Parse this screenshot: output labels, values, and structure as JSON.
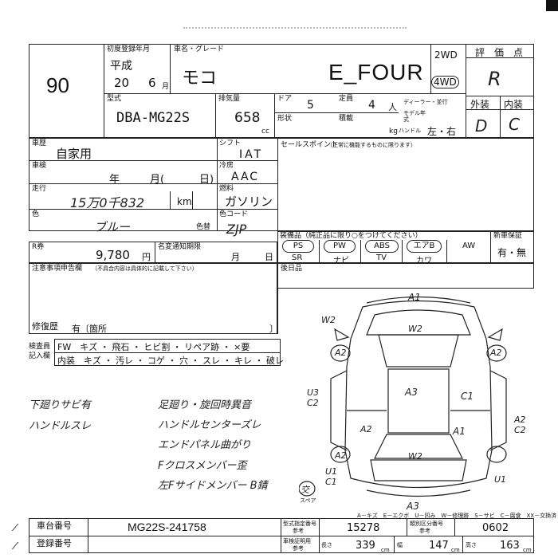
{
  "header": {
    "title": "",
    "corner_mark": ""
  },
  "score": "90",
  "first_reg": {
    "label": "初度登録年月",
    "era": "平成",
    "year": "20",
    "month": "6",
    "month_unit": "月"
  },
  "model_name": {
    "label": "車名・グレード",
    "name": "モコ",
    "grade": "E_FOUR",
    "drive_2wd": "2WD",
    "drive_4wd": "4WD"
  },
  "rating": {
    "label": "評　価　点",
    "value": "R",
    "ext_label": "外装",
    "int_label": "内装",
    "ext": "D",
    "int": "C"
  },
  "model_code": {
    "label": "型式",
    "value": "DBA-MG22S"
  },
  "displacement": {
    "label": "排気量",
    "value": "658",
    "unit": "cc"
  },
  "doors": {
    "label": "ドア",
    "value": "5"
  },
  "capacity": {
    "label": "定員",
    "value": "4",
    "unit": "人"
  },
  "dealer": {
    "label": "ディーラー・並行"
  },
  "model_year": {
    "label": "モデル年式"
  },
  "shape": {
    "label": "形状"
  },
  "load": {
    "label": "積載",
    "unit": "kg"
  },
  "handle": {
    "label": "ハンドル",
    "value": "左・右"
  },
  "history": {
    "label": "車歴",
    "value": "自家用"
  },
  "shift": {
    "label": "シフト",
    "value": "IAT"
  },
  "shaken": {
    "label": "車検",
    "year": "年",
    "month": "月(",
    "day": "日)"
  },
  "aircon": {
    "label": "冷房",
    "value": "AAC"
  },
  "mileage": {
    "label": "走行",
    "value": "15万0千832",
    "unit": "km"
  },
  "fuel": {
    "label": "燃料",
    "value": "ガソリン"
  },
  "color": {
    "label": "色",
    "value": "ブルー",
    "change_label": "色替",
    "change_value": "ZJP"
  },
  "color_code": {
    "label": "色コード"
  },
  "recycle": {
    "label": "R券",
    "value": "9,780",
    "unit": "円"
  },
  "notice": {
    "label": "名変通知期限",
    "month": "月",
    "day": "日"
  },
  "sales_point": {
    "label": "セールスポイント",
    "note": "（正常に機能するものに限ります）"
  },
  "equipment": {
    "label": "装備品（純正品に限り○をつけてください）",
    "label2": "新車保証",
    "items": [
      {
        "top": "PS",
        "bottom": "SR"
      },
      {
        "top": "PW",
        "bottom": "ナビ"
      },
      {
        "top": "ABS",
        "bottom": "TV"
      },
      {
        "top": "エアB",
        "bottom": "カワ"
      },
      {
        "top": "AW",
        "bottom": ""
      }
    ],
    "warranty": "有・無"
  },
  "notes": {
    "label": "注意事項申告欄",
    "note": "（不具合内容は具体的に記載して下さい）"
  },
  "rear_seat": {
    "label": "後日品"
  },
  "repair": {
    "label": "修復歴",
    "value": "有〔箇所",
    "close": "〕"
  },
  "inspector": {
    "label1": "検査員",
    "label2": "記入欄",
    "row1": "FW　キズ ・ 飛石 ・ ヒビ割 ・ リペア跡 ・ ×要",
    "row2": "内装　キズ ・ 汚レ ・ コゲ ・ 穴 ・ スレ ・ キレ ・ 破レ"
  },
  "handwritten_left": [
    "下廻りサビ有",
    "ハンドルスレ"
  ],
  "handwritten_right": [
    "足廻り・旋回時異音",
    "ハンドルセンターズレ",
    "エンドパネル曲がり",
    "Fクロスメンバー歪",
    "左Fサイドメンバー B錆"
  ],
  "diagram_marks": [
    "A1",
    "W2",
    "W2",
    "A2",
    "A2",
    "U3 C2",
    "A3",
    "C1",
    "A2",
    "A1",
    "A2 C2",
    "A2",
    "W2",
    "U1 C1",
    "U1",
    "A3",
    "交",
    "スペア"
  ],
  "legend": "A－キズ　E－エクボ　U－凹み　W－修理跡　S－サビ　C－腐食　XX－交換済",
  "chassis": {
    "label": "車台番号",
    "value": "MG22S-241758"
  },
  "registration": {
    "label": "登録番号"
  },
  "model_designation": {
    "label": "型式指定番号",
    "sub": "参考",
    "value": "15278"
  },
  "category": {
    "label": "類別区分番号",
    "sub": "参考",
    "value": "0602"
  },
  "dims": {
    "label": "車検証明用",
    "sub": "参考",
    "l_label": "長さ",
    "l": "339",
    "w_label": "幅",
    "w": "147",
    "h_label": "高さ",
    "h": "163",
    "unit": "cm"
  }
}
